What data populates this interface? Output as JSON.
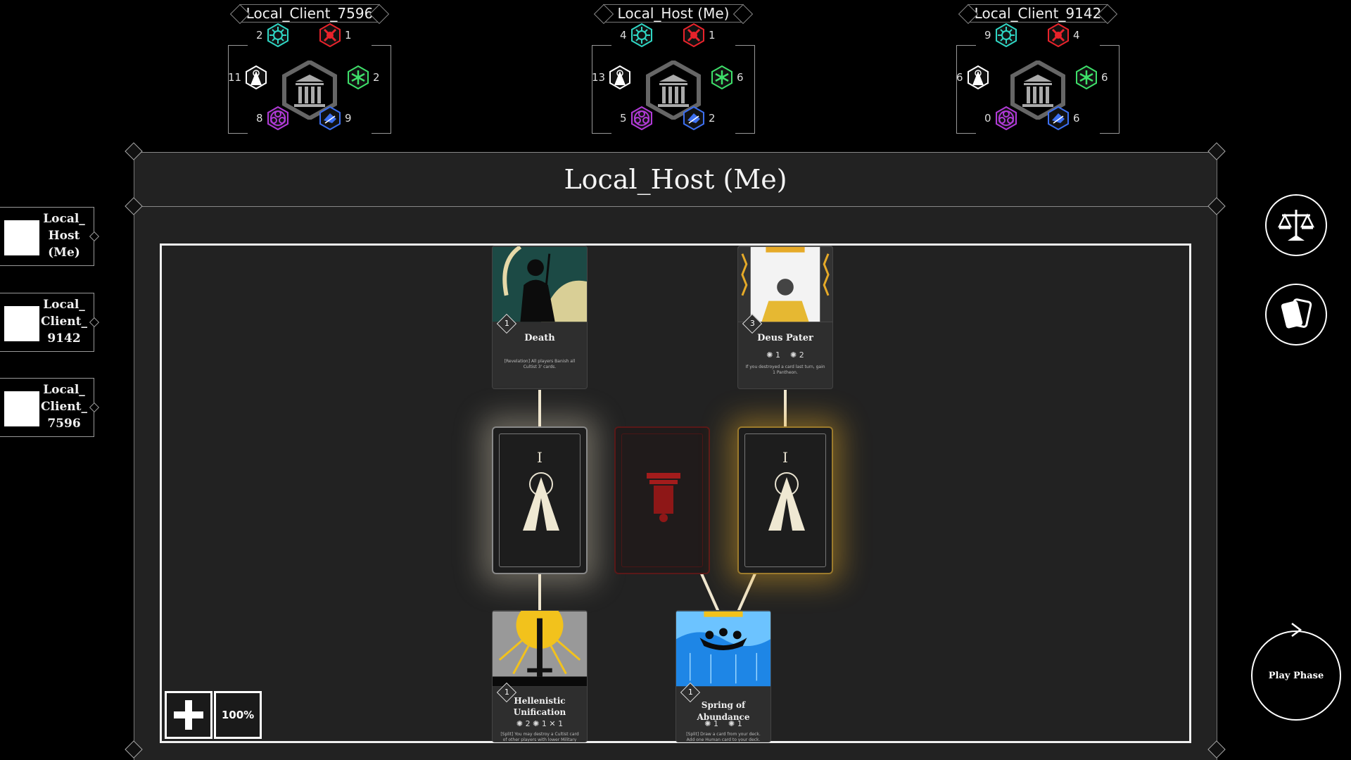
{
  "top_players": [
    {
      "name": "Local_Client_7596",
      "resources": {
        "teal": "2",
        "red": "1",
        "white": "11",
        "green": "2",
        "purple": "8",
        "blue": "9"
      }
    },
    {
      "name": "Local_Host (Me)",
      "resources": {
        "teal": "4",
        "red": "1",
        "white": "13",
        "green": "6",
        "purple": "5",
        "blue": "2"
      }
    },
    {
      "name": "Local_Client_9142",
      "resources": {
        "teal": "9",
        "red": "4",
        "white": "6",
        "green": "6",
        "purple": "0",
        "blue": "6"
      }
    }
  ],
  "panel": {
    "title": "Local_Host (Me)"
  },
  "player_list": [
    {
      "name": "Local_\nHost\n(Me)"
    },
    {
      "name": "Local_\nClient_\n9142"
    },
    {
      "name": "Local_\nClient_\n7596"
    }
  ],
  "cards": {
    "death": {
      "cost": "1",
      "title": "Death",
      "text": "[Revelation] All players Banish all Cultist 3' cards."
    },
    "deus_pater": {
      "cost": "3",
      "title": "Deus Pater",
      "stat1": "1",
      "stat2": "2",
      "text": "If you destroyed a card last turn, gain 1 Pantheon."
    },
    "hellenistic": {
      "cost": "1",
      "title": "Hellenistic Unification",
      "stat1": "2",
      "stat2": "1",
      "stat3": "1",
      "text": "[Split] You may destroy a Cultist card of other players with lower Military Power than"
    },
    "spring": {
      "cost": "1",
      "title": "Spring of Abundance",
      "stat1": "1",
      "stat2": "1",
      "text": "[Split] Draw a card from your deck. Add one Human card to your deck."
    }
  },
  "slots": {
    "left_numeral": "I",
    "right_numeral": "I"
  },
  "controls": {
    "zoom_level": "100%",
    "play_phase": "Play Phase"
  },
  "colors": {
    "teal": "#2fd6c4",
    "red": "#e8232b",
    "green": "#3ee06a",
    "purple": "#b23ad9",
    "blue": "#3c6ff0",
    "white": "#ffffff",
    "gold": "#e6aa28"
  }
}
